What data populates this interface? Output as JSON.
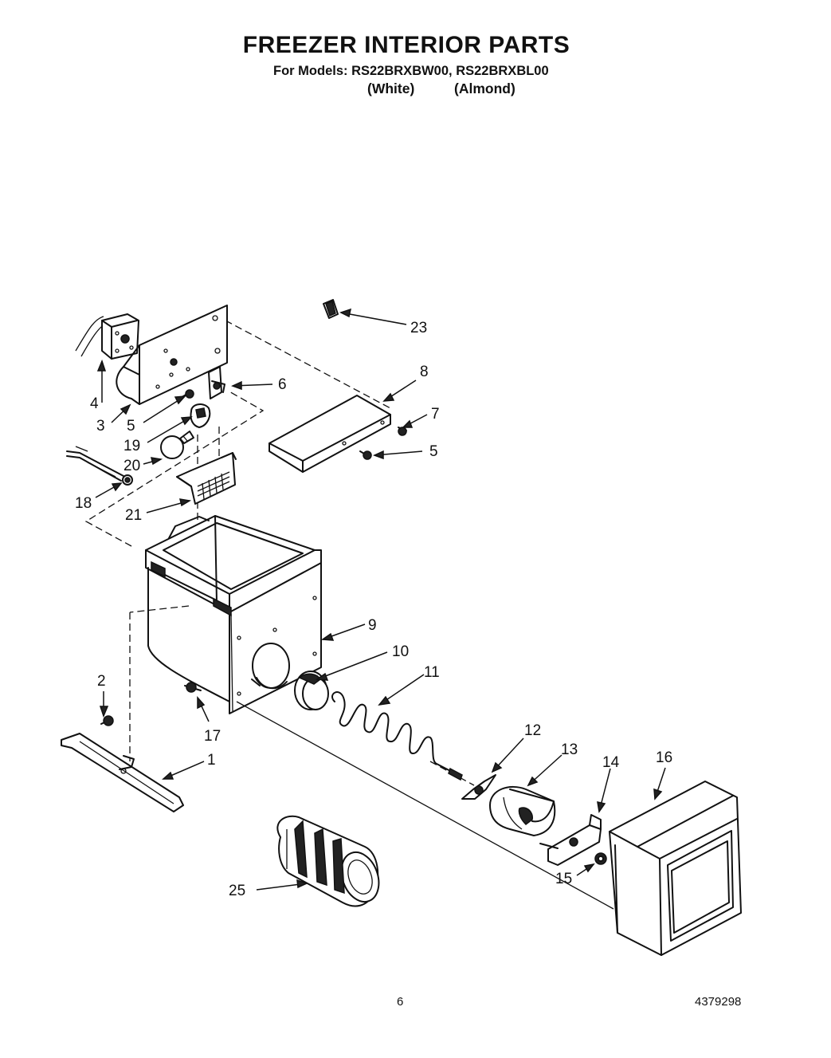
{
  "header": {
    "title": "FREEZER INTERIOR PARTS",
    "models": "For Models: RS22BRXBW00, RS22BRXBL00",
    "variant_white": "(White)",
    "variant_almond": "(Almond)"
  },
  "callouts": {
    "c1": "1",
    "c2": "2",
    "c3": "3",
    "c4": "4",
    "c5a": "5",
    "c5b": "5",
    "c6": "6",
    "c7": "7",
    "c8": "8",
    "c9": "9",
    "c10": "10",
    "c11": "11",
    "c12": "12",
    "c13": "13",
    "c14": "14",
    "c15": "15",
    "c16": "16",
    "c17": "17",
    "c18": "18",
    "c19": "19",
    "c20": "20",
    "c21": "21",
    "c23": "23",
    "c25": "25"
  },
  "footer": {
    "page_number": "6",
    "doc_number": "4379298"
  }
}
